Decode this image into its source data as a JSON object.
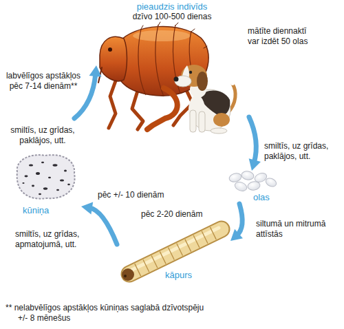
{
  "diagram": {
    "nodes": [
      {
        "text": [
          "pieaudzis indivīds",
          "dzīvo 100-500 dienas"
        ]
      },
      {
        "text": [
          "olas"
        ]
      },
      {
        "text": [
          "kāpurs"
        ]
      },
      {
        "text": [
          "kūniņa"
        ]
      }
    ],
    "edges": [
      {
        "from": 0,
        "to": 1,
        "arrow": "to"
      },
      {
        "from": 1,
        "to": 2,
        "arrow": "to"
      },
      {
        "from": 2,
        "to": 3,
        "arrow": "to"
      },
      {
        "from": 3,
        "to": 0,
        "arrow": "to"
      }
    ],
    "labels": [
      "mātīte diennaktī var izdēt 50 olas",
      "labvēlīgos apstākļos pēc 7-14 dienām**",
      "smiltīs, uz grīdas, paklājos, utt.",
      "pēc +/- 10 dienām",
      "smiltīs, uz grīdas, apmatojumā, utt.",
      "pēc 2-20 dienām",
      "siltumā un mitrumā attīstās",
      "smiltīs, uz grīdas, paklājos, utt.",
      "** nelabvēlīgos apstākļos kūniņas saglabā dzīvotspēju +/- 8 mēnešus"
    ]
  }
}
